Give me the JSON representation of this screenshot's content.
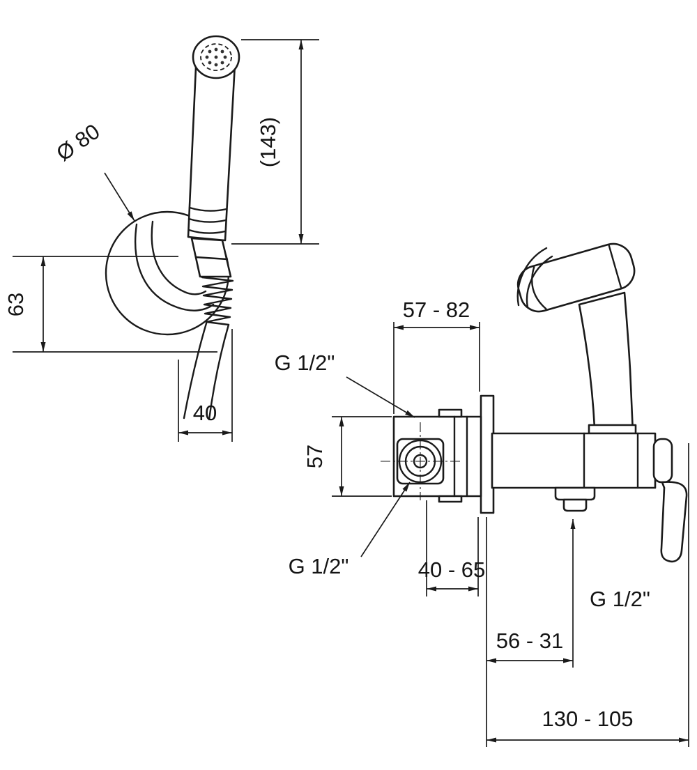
{
  "labels": {
    "dia80": "Ø 80",
    "h143": "(143)",
    "h63": "63",
    "w40": "40",
    "w57_82": "57 - 82",
    "g_top": "G 1/2\"",
    "h57": "57",
    "g_side": "G 1/2\"",
    "w40_65": "40 - 65",
    "g_bottom": "G 1/2\"",
    "w56_31": "56 - 31",
    "w130_105": "130 - 105"
  },
  "colors": {
    "line": "#1a1a1a",
    "background": "#ffffff"
  }
}
